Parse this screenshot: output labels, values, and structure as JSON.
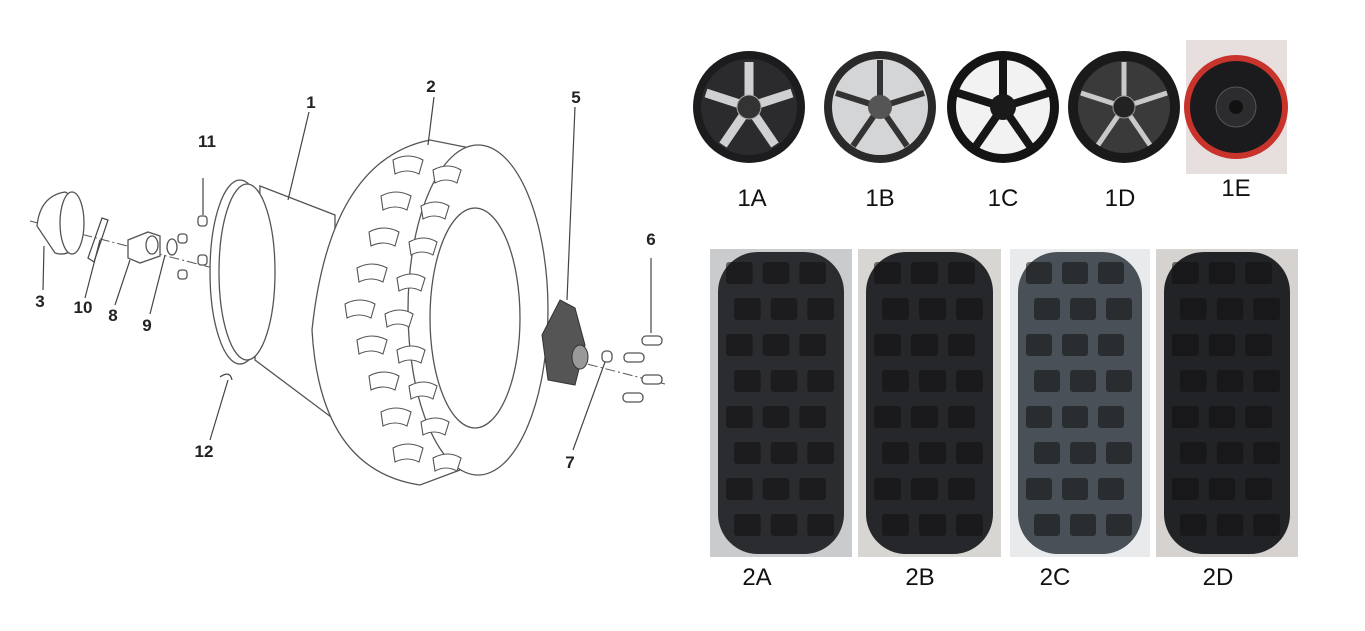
{
  "diagram": {
    "callouts": [
      "1",
      "2",
      "3",
      "5",
      "6",
      "7",
      "8",
      "9",
      "10",
      "11",
      "12"
    ]
  },
  "rims": [
    {
      "label": "1A"
    },
    {
      "label": "1B"
    },
    {
      "label": "1C"
    },
    {
      "label": "1D"
    },
    {
      "label": "1E"
    }
  ],
  "tires": [
    {
      "label": "2A"
    },
    {
      "label": "2B"
    },
    {
      "label": "2C"
    },
    {
      "label": "2D"
    }
  ],
  "colors": {
    "rim_accent": "#c8342c",
    "tire": "#2a2c30",
    "tire_light": "#4a5058"
  }
}
